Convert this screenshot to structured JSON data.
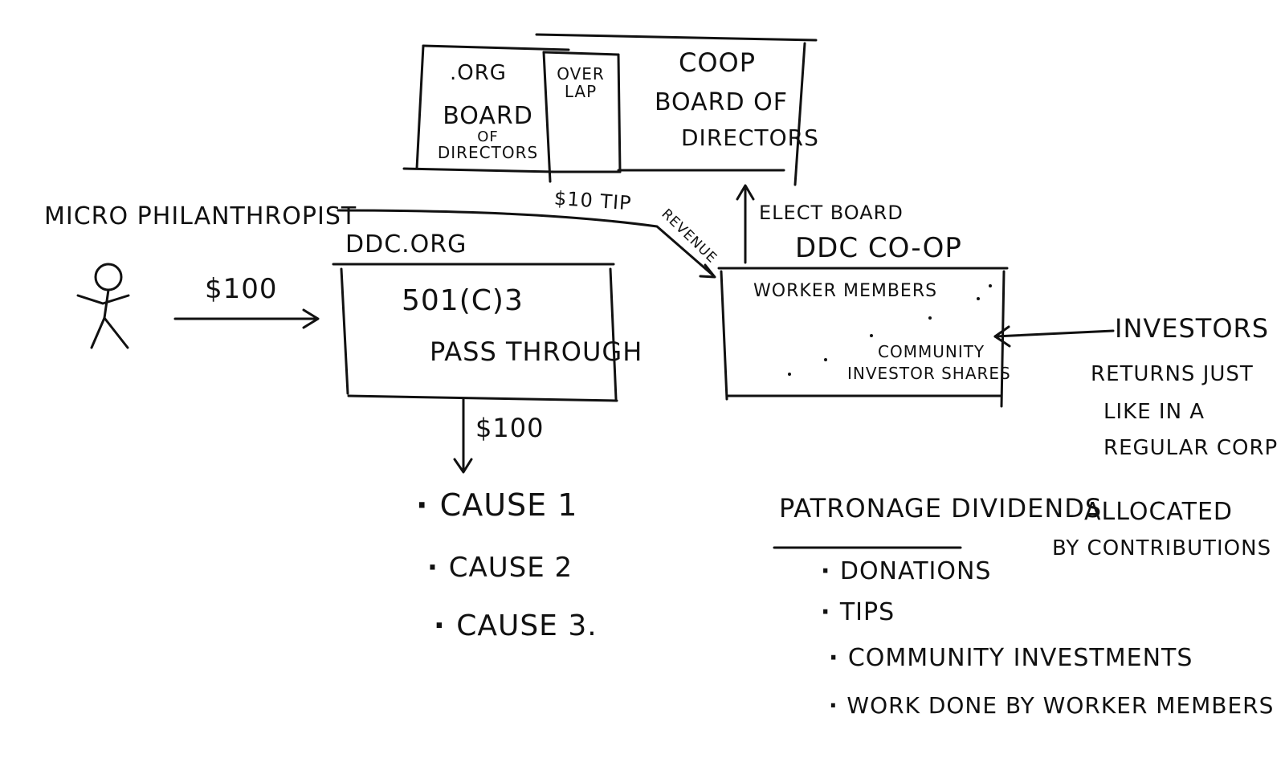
{
  "board": {
    "org_label": ".ORG",
    "org_board_line1": "BOARD",
    "org_board_line2": "OF",
    "org_board_line3": "DIRECTORS",
    "overlap_line1": "OVER",
    "overlap_line2": "LAP",
    "coop_title": "COOP",
    "coop_board_line1": "BOARD OF",
    "coop_board_line2": "DIRECTORS"
  },
  "philanthropist": {
    "label": "MICRO PHILANTHROPIST",
    "donation": "$100"
  },
  "ddc_org": {
    "title": "DDC.ORG",
    "status_line1": "501(C)3",
    "status_line2": "PASS THROUGH",
    "outflow": "$100",
    "causes": [
      "CAUSE 1",
      "CAUSE 2",
      "CAUSE 3."
    ]
  },
  "flows": {
    "tip": "$10 TIP",
    "revenue": "REVENUE",
    "elect_board": "ELECT BOARD"
  },
  "ddc_coop": {
    "title": "DDC CO-OP",
    "members": "WORKER MEMBERS",
    "shares_line1": "COMMUNITY",
    "shares_line2": "INVESTOR SHARES"
  },
  "investors": {
    "label": "INVESTORS",
    "note_line1": "RETURNS JUST",
    "note_line2": "LIKE IN A",
    "note_line3": "REGULAR CORP"
  },
  "patronage": {
    "heading": "PATRONAGE DIVIDENDS",
    "allocation_line1": "ALLOCATED",
    "allocation_line2": "BY CONTRIBUTIONS",
    "items": [
      "DONATIONS",
      "TIPS",
      "COMMUNITY INVESTMENTS",
      "WORK DONE BY WORKER MEMBERS"
    ]
  }
}
